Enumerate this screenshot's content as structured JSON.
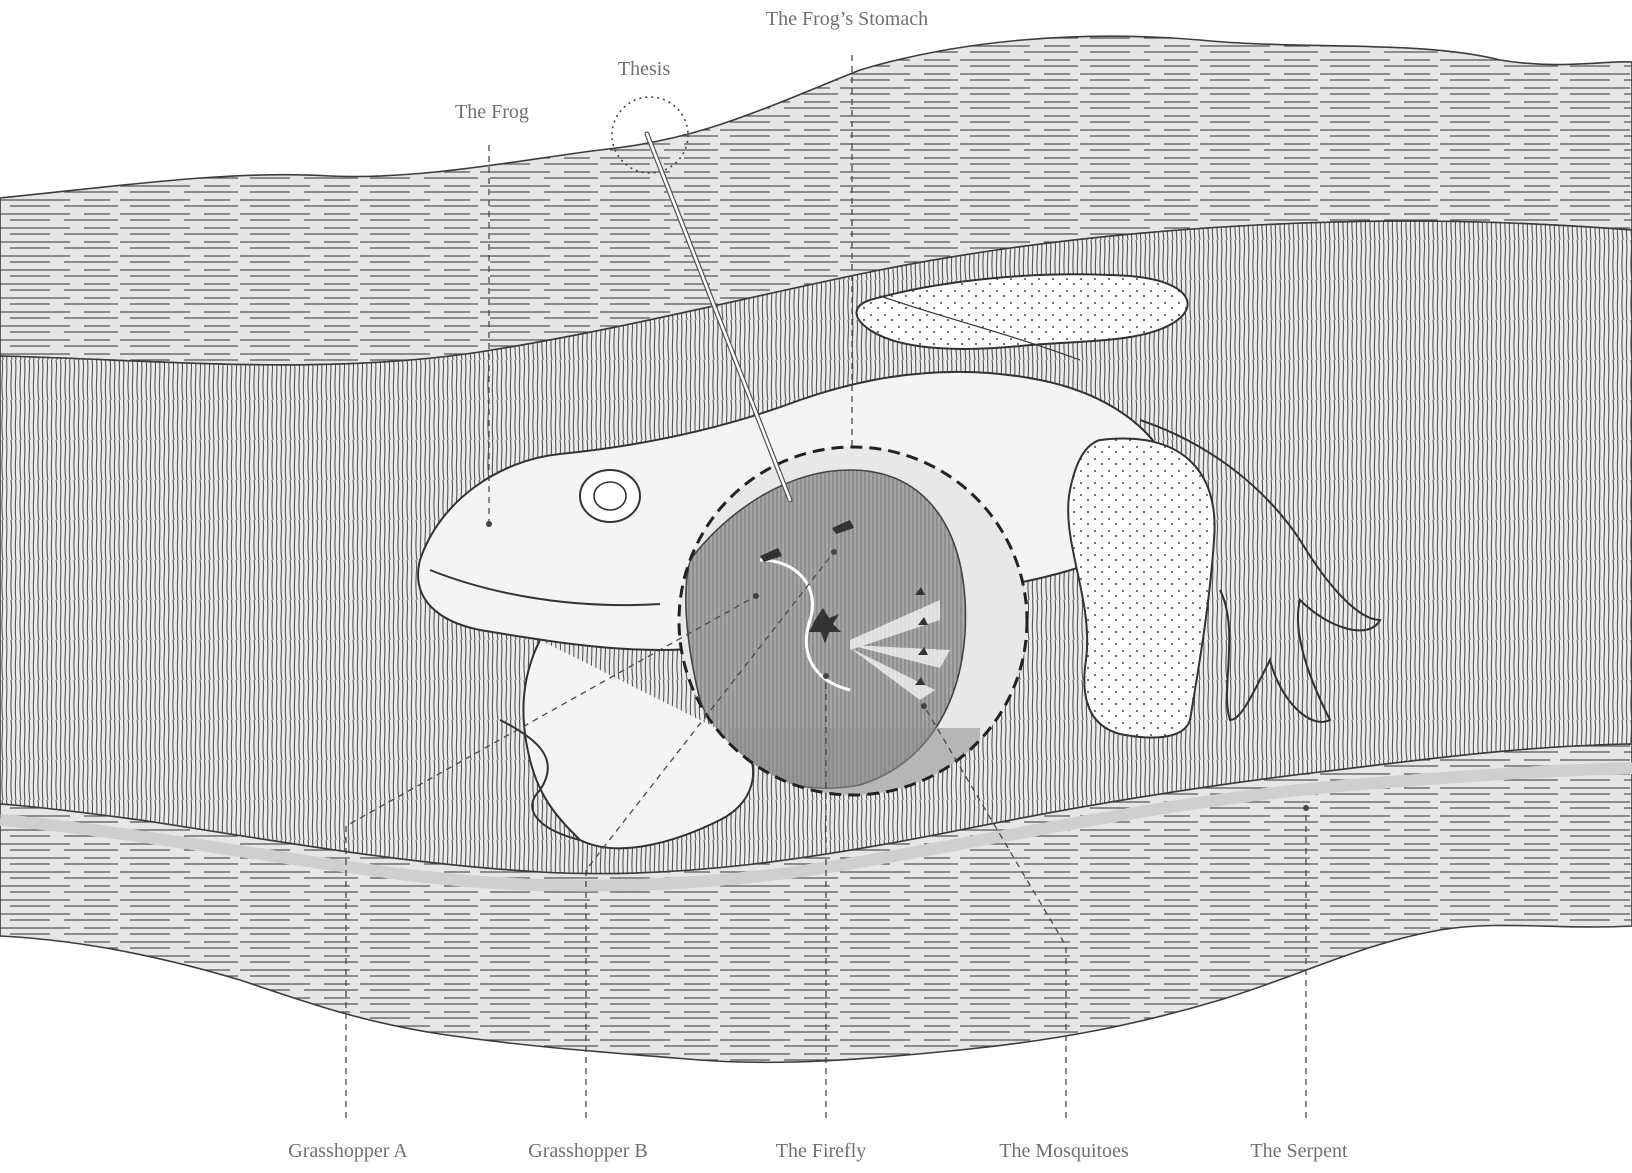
{
  "labels_top": {
    "frog": "The Frog",
    "thesis": "Thesis",
    "stomach": "The Frog’s Stomach"
  },
  "labels_bottom": {
    "grasshopper_a": "Grasshopper A",
    "grasshopper_b": "Grasshopper B",
    "firefly": "The Firefly",
    "mosquitoes": "The Mosquitoes",
    "serpent": "The Serpent"
  },
  "colors": {
    "background": "#ffffff",
    "serpent_fill": "#e9e9e9",
    "line": "#3c3c3c",
    "label": "#707070",
    "stomach_fill": "#9a9a9a"
  }
}
